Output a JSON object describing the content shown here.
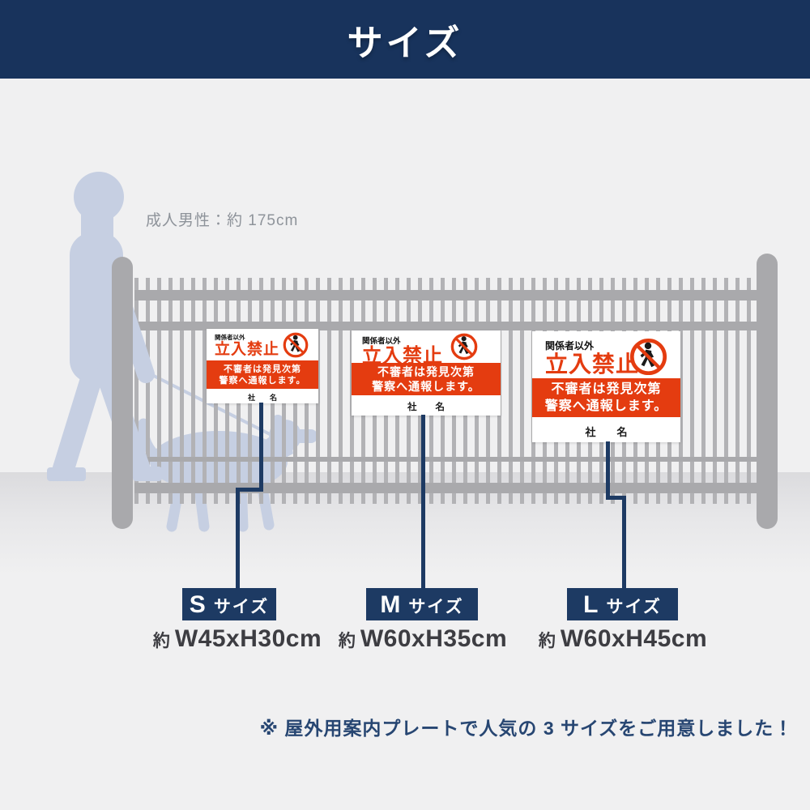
{
  "header": {
    "title": "サイズ"
  },
  "reference": {
    "height_label": "成人男性：約 175cm"
  },
  "sign": {
    "restricted_label": "関係者以外",
    "no_entry_label": "立入禁止",
    "warning_line1": "不審者は発見次第",
    "warning_line2": "警察へ通報します。",
    "company_label": "社　　名"
  },
  "sizes": [
    {
      "id": "S",
      "size_word": "サイズ",
      "dim_prefix": "約",
      "dim_value": "W45xH30cm"
    },
    {
      "id": "M",
      "size_word": "サイズ",
      "dim_prefix": "約",
      "dim_value": "W60xH35cm"
    },
    {
      "id": "L",
      "size_word": "サイズ",
      "dim_prefix": "約",
      "dim_value": "W60xH45cm"
    }
  ],
  "footnote": {
    "text": "※ 屋外用案内プレートで人気の 3 サイズをご用意しました！"
  },
  "icons": {
    "no_pedestrians_icon": "red prohibition circle with diagonal slash over black walking figure"
  },
  "colors": {
    "navy": "#18335c",
    "label_navy": "#1d3a63",
    "line_navy": "#1d3a63",
    "red": "#e43c10",
    "bg": "#f0f0f1",
    "silhouette": "#c6cfe2",
    "fence_bar": "#b2b2b5",
    "fence_rail": "#a9a9ac",
    "ground": "#dbdbde",
    "dim_text": "#3d3d42",
    "note_text": "#274672",
    "height_text": "#8e939a"
  }
}
